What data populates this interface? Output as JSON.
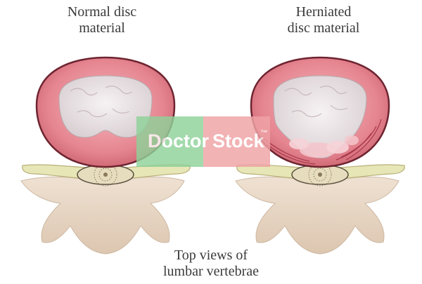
{
  "labels": {
    "normal": "Normal disc\nmaterial",
    "herniated": "Herniated\ndisc material",
    "bottom": "Top views of\nlumbar vertebrae"
  },
  "watermark": {
    "word1": "Doctor",
    "word2": "Stock",
    "symbol": "™",
    "green": "#8fd29a",
    "red": "#f0a3a6"
  },
  "colors": {
    "annulus": "#e07a86",
    "annulus_dark": "#8a2a35",
    "nucleus": "#ece6e8",
    "bone": "#e9d8c6",
    "bone_dark": "#c9b29b",
    "process": "#e6e8b8"
  }
}
